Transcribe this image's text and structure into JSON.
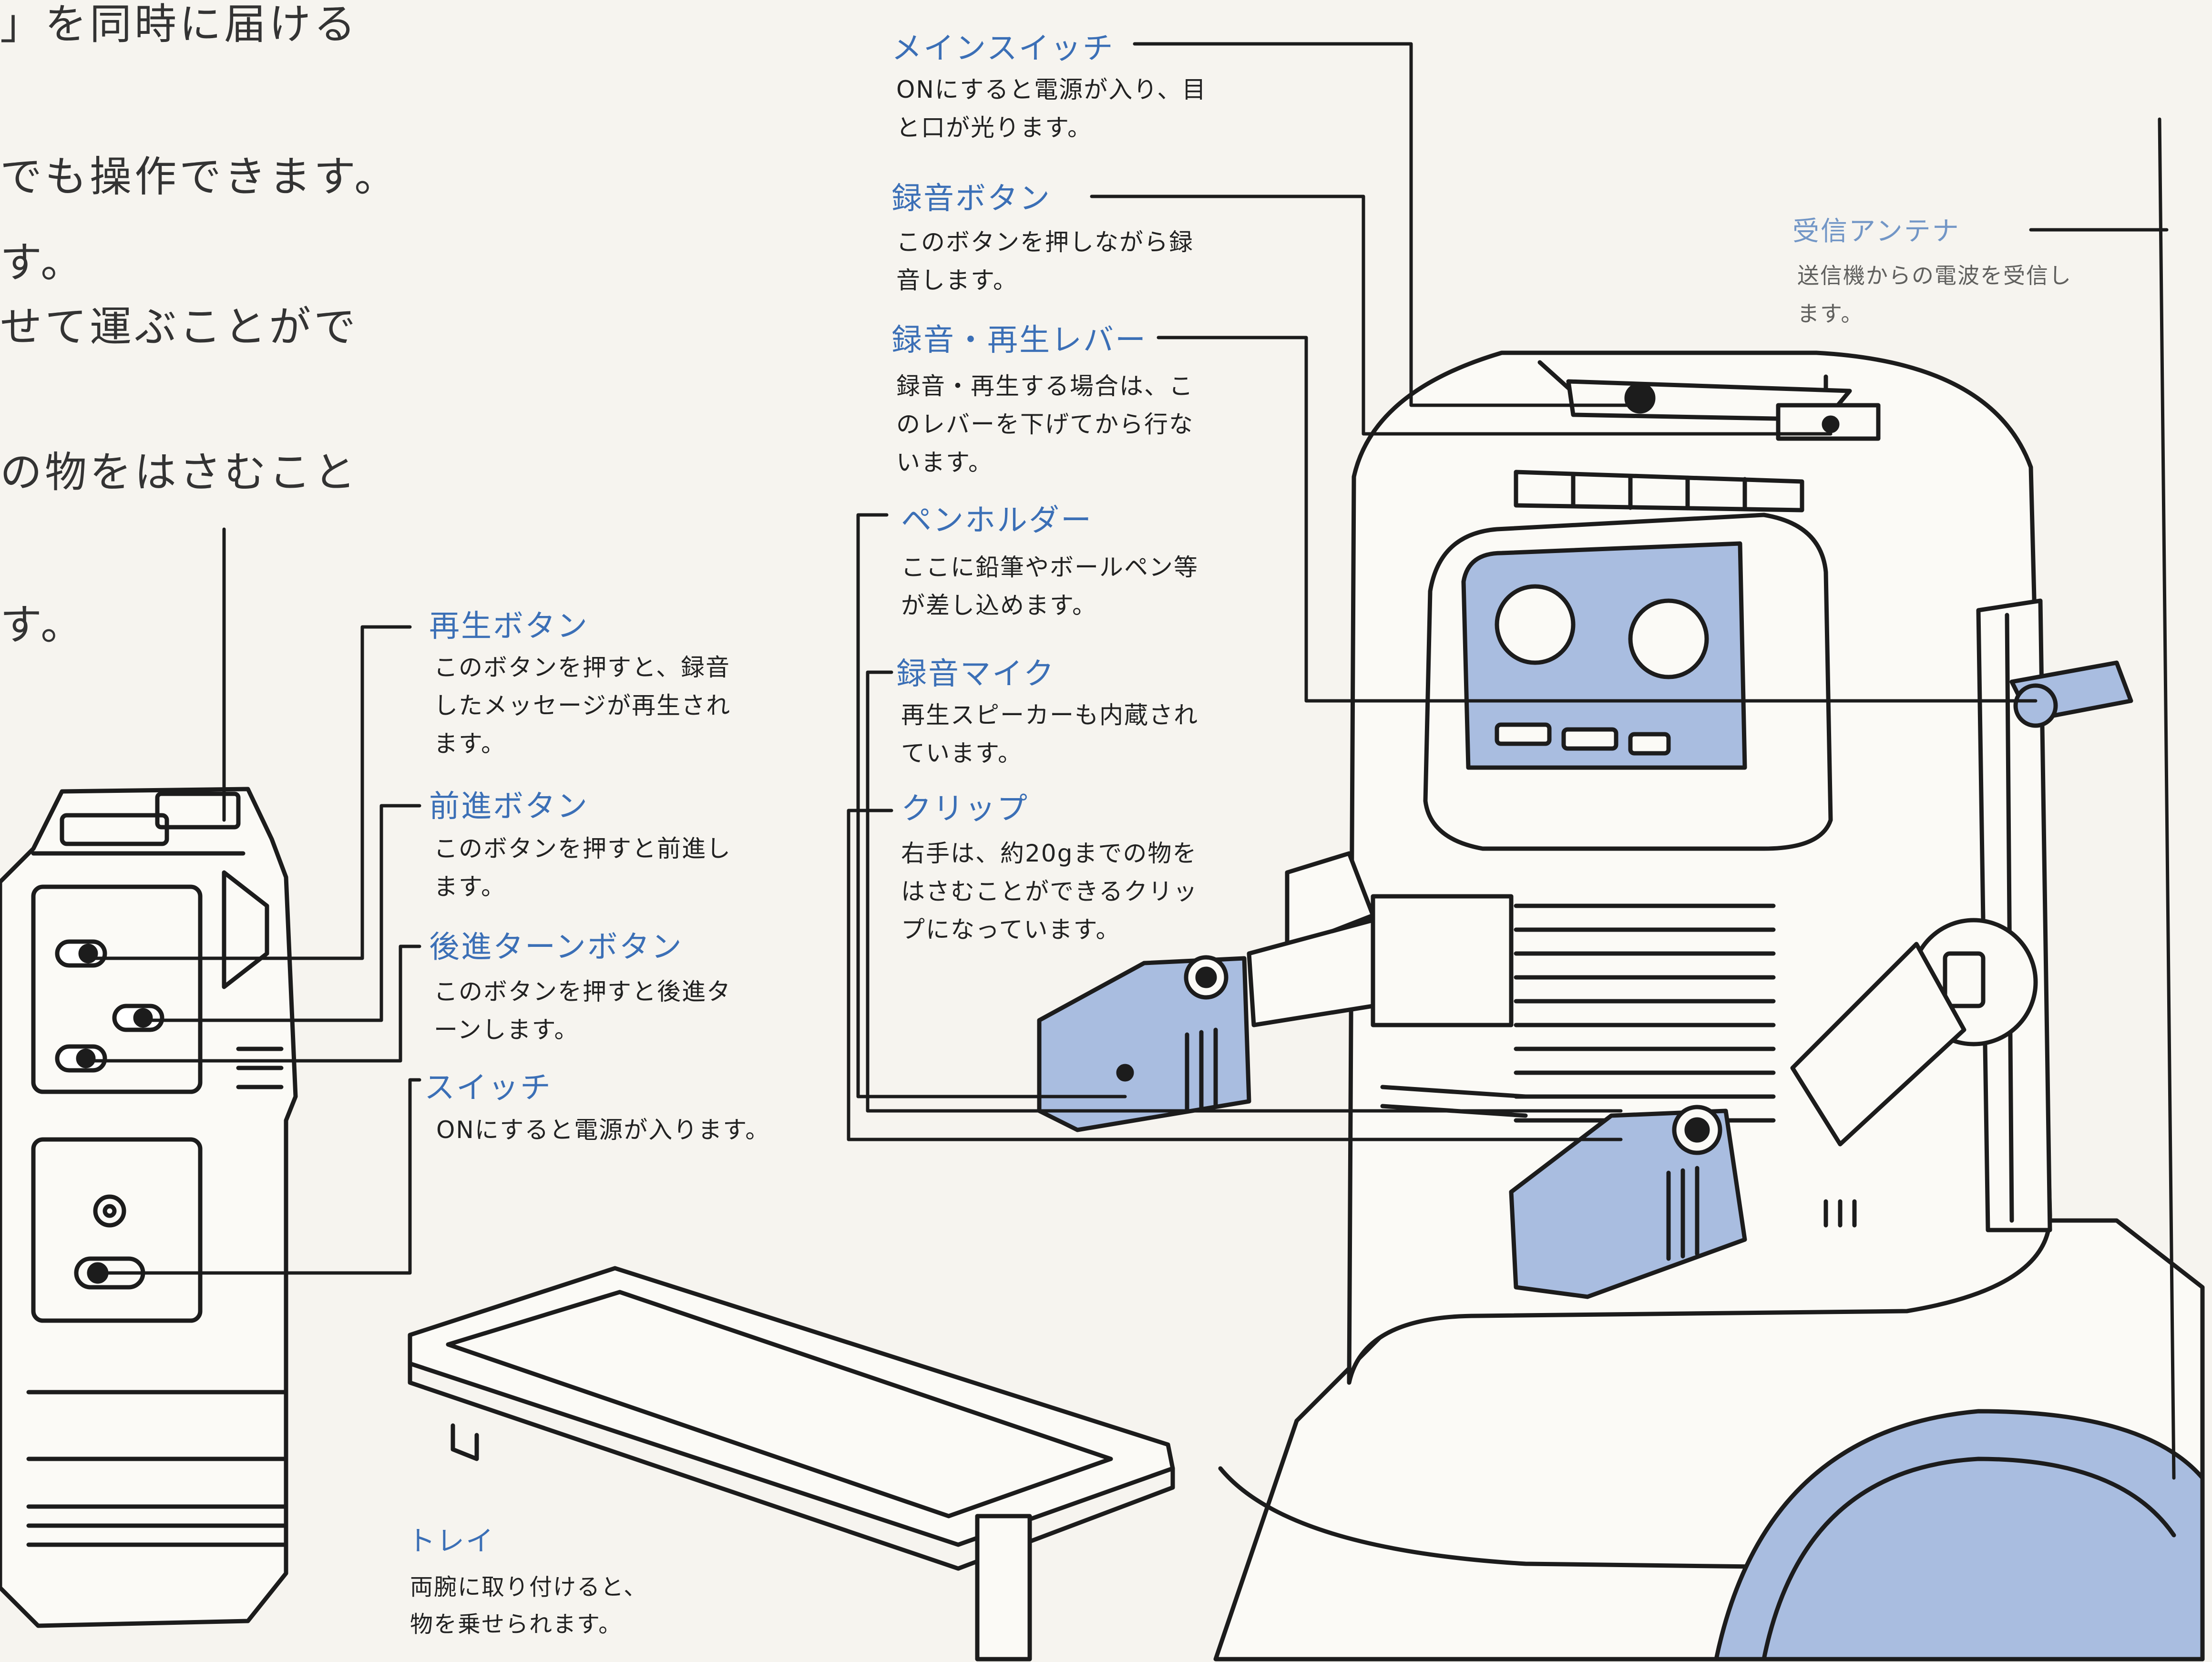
{
  "intro_lines": [
    "」を同時に届ける",
    "でも操作できます。",
    "す。",
    "せて運ぶことがで",
    "の物をはさむこと",
    "す。"
  ],
  "labels": {
    "main_switch": {
      "title": "メインスイッチ",
      "desc_lines": [
        "ONにすると電源が入り、目",
        "と口が光ります。"
      ]
    },
    "record_button": {
      "title": "録音ボタン",
      "desc_lines": [
        "このボタンを押しながら録",
        "音します。"
      ]
    },
    "rec_play_lever": {
      "title": "録音・再生レバー",
      "desc_lines": [
        "録音・再生する場合は、こ",
        "のレバーを下げてから行な",
        "います。"
      ]
    },
    "pen_holder": {
      "title": "ペンホルダー",
      "desc_lines": [
        "ここに鉛筆やボールペン等",
        "が差し込めます。"
      ]
    },
    "rec_mic": {
      "title": "録音マイク",
      "desc_lines": [
        "再生スピーカーも内蔵され",
        "ています。"
      ]
    },
    "clip": {
      "title": "クリップ",
      "desc_lines": [
        "右手は、約20gまでの物を",
        "はさむことができるクリッ",
        "プになっています。"
      ]
    },
    "antenna": {
      "title": "受信アンテナ",
      "desc_lines": [
        "送信機からの電波を受信し",
        "ます。"
      ]
    },
    "play_button": {
      "title": "再生ボタン",
      "desc_lines": [
        "このボタンを押すと、録音",
        "したメッセージが再生され",
        "ます。"
      ]
    },
    "forward_button": {
      "title": "前進ボタン",
      "desc_lines": [
        "このボタンを押すと前進し",
        "ます。"
      ]
    },
    "back_turn_button": {
      "title": "後進ターンボタン",
      "desc_lines": [
        "このボタンを押すと後進タ",
        "ーンします。"
      ]
    },
    "switch": {
      "title": "スイッチ",
      "desc_lines": [
        "ONにすると電源が入ります。"
      ]
    },
    "tray": {
      "title": "トレイ",
      "desc_lines": [
        "両腕に取り付けると、",
        "物を乗せられます。"
      ]
    }
  },
  "colors": {
    "accent": "#3b6fb6",
    "robot_blue": "#a9bde0",
    "ink": "#1c1c1c",
    "paper": "#f6f4ef"
  }
}
